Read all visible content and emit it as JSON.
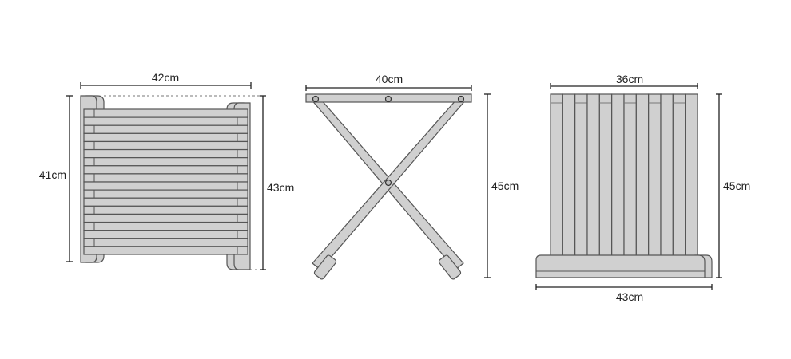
{
  "views": {
    "top": {
      "width_label": "42cm",
      "depth_label": "41cm",
      "overall_label": "43cm",
      "slat_count": 18
    },
    "side": {
      "width_label": "40cm",
      "height_label": "45cm"
    },
    "front": {
      "top_width_label": "36cm",
      "height_label": "45cm",
      "base_width_label": "43cm",
      "slat_count": 12
    }
  },
  "colors": {
    "wood": "#d0d0d0",
    "outline": "#555555",
    "dimension": "#222222"
  }
}
